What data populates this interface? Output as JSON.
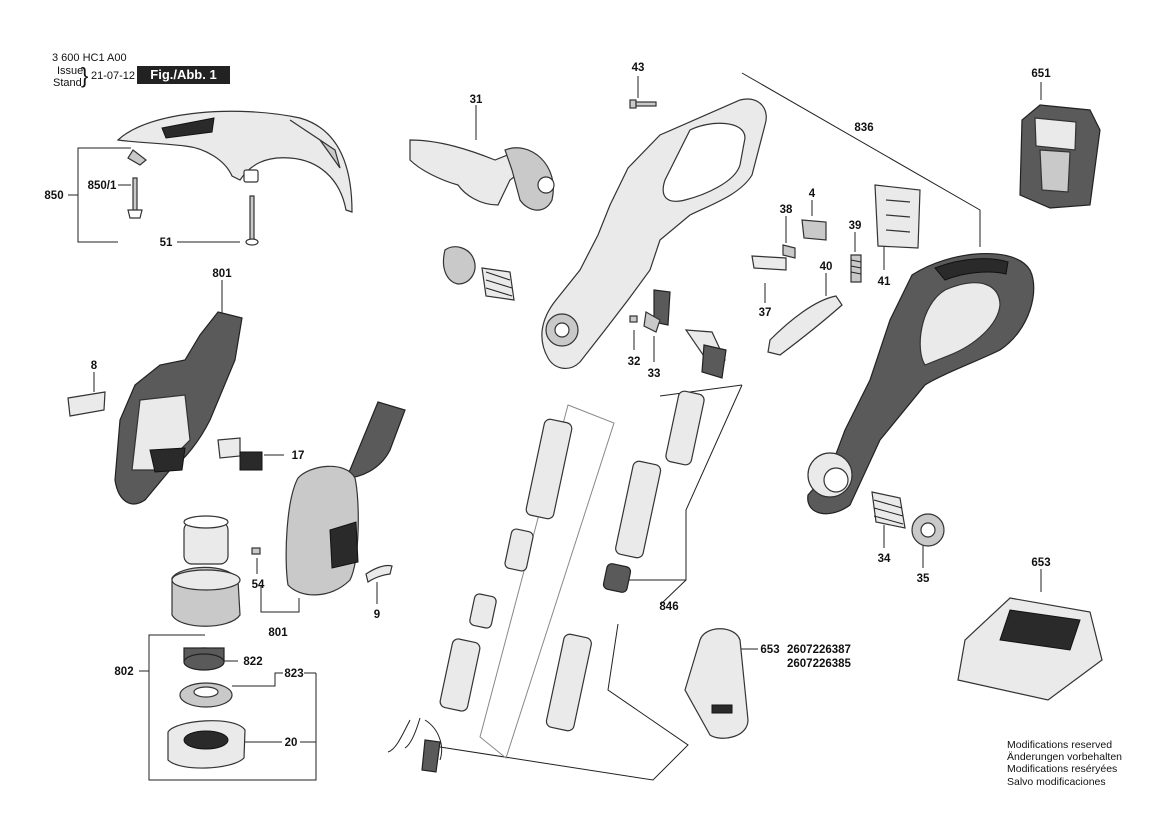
{
  "header": {
    "doc_number": "3 600 HC1 A00",
    "issue_label": "Issue",
    "stand_label": "Stand",
    "date": "21-07-12",
    "figure_label": "Fig./Abb. 1"
  },
  "labels": {
    "p43": "43",
    "p31": "31",
    "p836": "836",
    "p651": "651",
    "p850": "850",
    "p850_1": "850/1",
    "p51": "51",
    "p4": "4",
    "p38": "38",
    "p39": "39",
    "p41": "41",
    "p40": "40",
    "p37": "37",
    "p801a": "801",
    "p8": "8",
    "p17": "17",
    "p32": "32",
    "p33": "33",
    "p54": "54",
    "p9": "9",
    "p801b": "801",
    "p802": "802",
    "p822": "822",
    "p823": "823",
    "p20": "20",
    "p846": "846",
    "p653a": "653",
    "p653b": "653",
    "code1": "2607226387",
    "code2": "2607226385",
    "p34": "34",
    "p35": "35"
  },
  "notes": {
    "line1": "Modifications reserved",
    "line2": "Änderungen vorbehalten",
    "line3": "Modifications reséryées",
    "line4": "Salvo modificaciones"
  }
}
